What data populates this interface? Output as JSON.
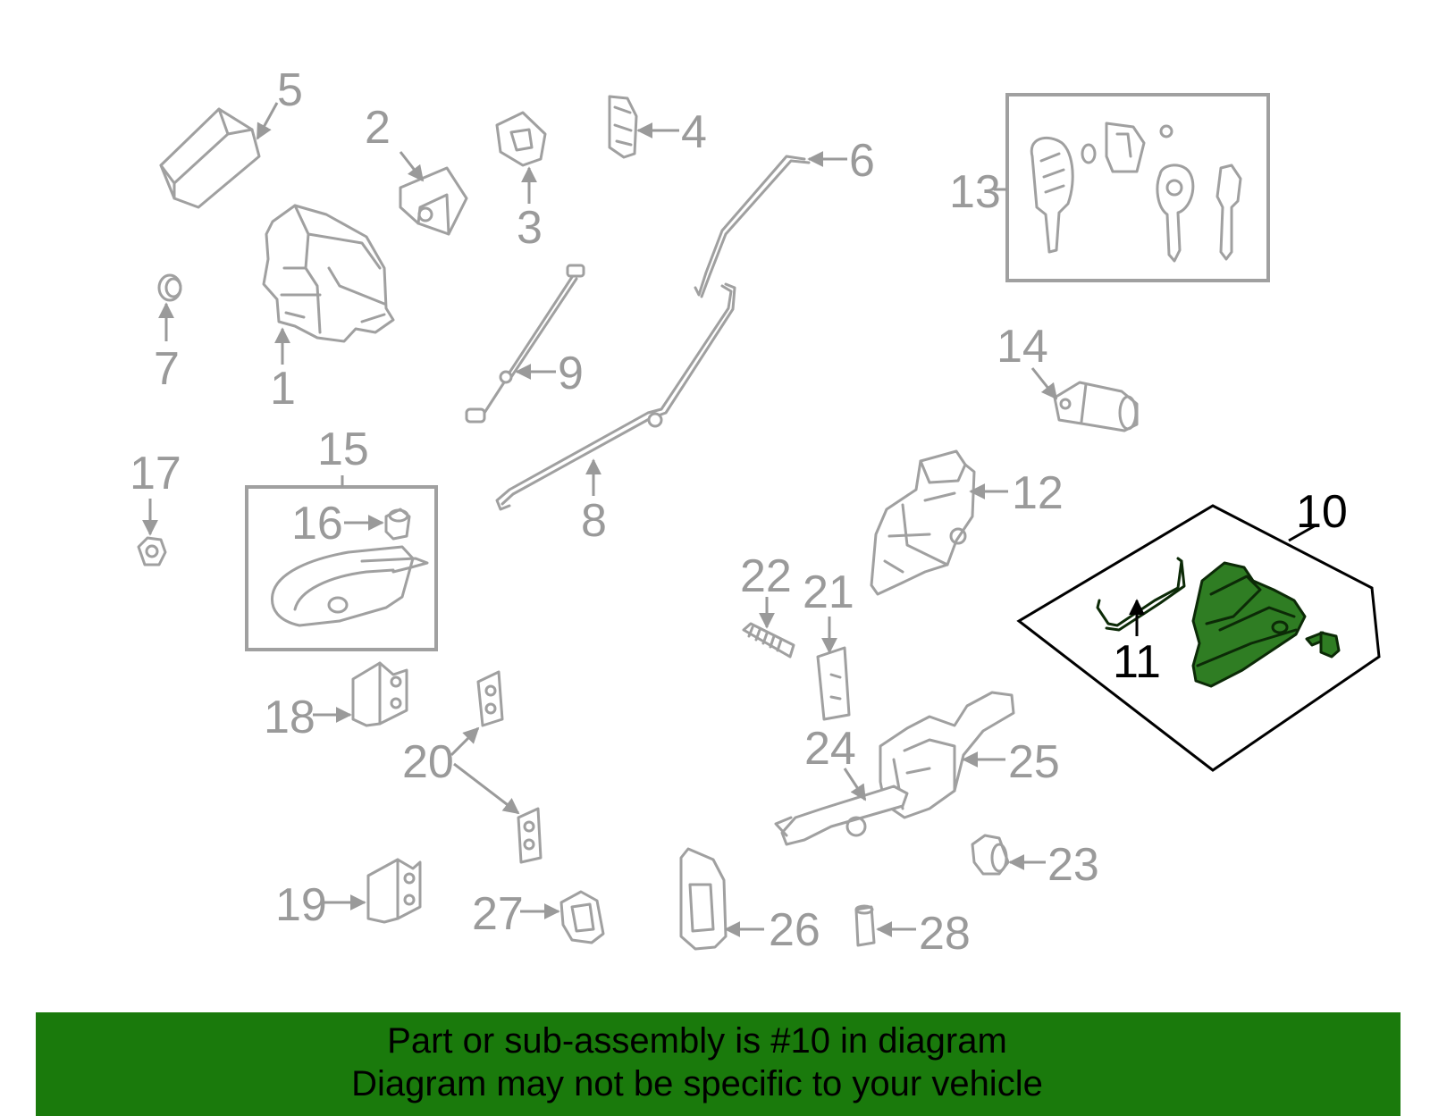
{
  "diagram": {
    "callouts": {
      "c1": "1",
      "c2": "2",
      "c3": "3",
      "c4": "4",
      "c5": "5",
      "c6": "6",
      "c7": "7",
      "c8": "8",
      "c9": "9",
      "c10": "10",
      "c11": "11",
      "c12": "12",
      "c13": "13",
      "c14": "14",
      "c15": "15",
      "c16": "16",
      "c17": "17",
      "c18": "18",
      "c19": "19",
      "c20": "20",
      "c21": "21",
      "c22": "22",
      "c23": "23",
      "c24": "24",
      "c25": "25",
      "c26": "26",
      "c27": "27",
      "c28": "28"
    },
    "highlighted_part": "10",
    "colors": {
      "part_stroke": "#a0a0a0",
      "highlight_fill": "#2f7d23",
      "banner_bg": "#1a7a0c"
    }
  },
  "banner": {
    "line1": "Part or sub-assembly is #10 in diagram",
    "line2": "Diagram may not be specific to your vehicle"
  }
}
